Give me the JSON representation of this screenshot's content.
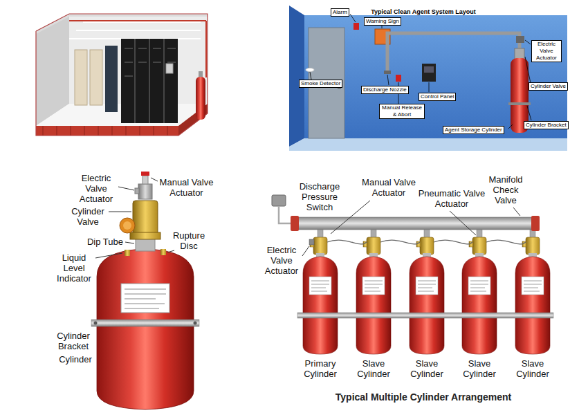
{
  "diagram": {
    "nodes": [
      {
        "text": [
          "Alarm"
        ]
      },
      {
        "text": [
          "Warning Sign"
        ]
      },
      {
        "text": [
          "Smoke Detector"
        ]
      },
      {
        "text": [
          "Discharge Nozzle"
        ]
      },
      {
        "text": [
          "Control Panel"
        ]
      },
      {
        "text": [
          "Manual Release & Abort"
        ]
      },
      {
        "text": [
          "Agent Storage Cylinder"
        ]
      },
      {
        "text": [
          "Electric Valve Actuator"
        ]
      },
      {
        "text": [
          "Cylinder Valve"
        ]
      },
      {
        "text": [
          "Cylinder Bracket"
        ]
      }
    ],
    "labels": [
      "Typical Clean Agent System Layout",
      "Electric Valve Actuator",
      "Manual Valve Actuator",
      "Cylinder Valve",
      "Dip Tube",
      "Rupture Disc",
      "Liquid Level Indicator",
      "Cylinder Bracket",
      "Cylinder",
      "Discharge Pressure Switch",
      "Manual Valve Actuator",
      "Pneumatic Valve Actuator",
      "Manifold Check Valve",
      "Electric Valve Actuator",
      "Primary Cylinder",
      "Slave Cylinder",
      "Slave Cylinder",
      "Slave Cylinder",
      "Slave Cylinder",
      "Typical Multiple Cylinder Arrangement"
    ]
  }
}
